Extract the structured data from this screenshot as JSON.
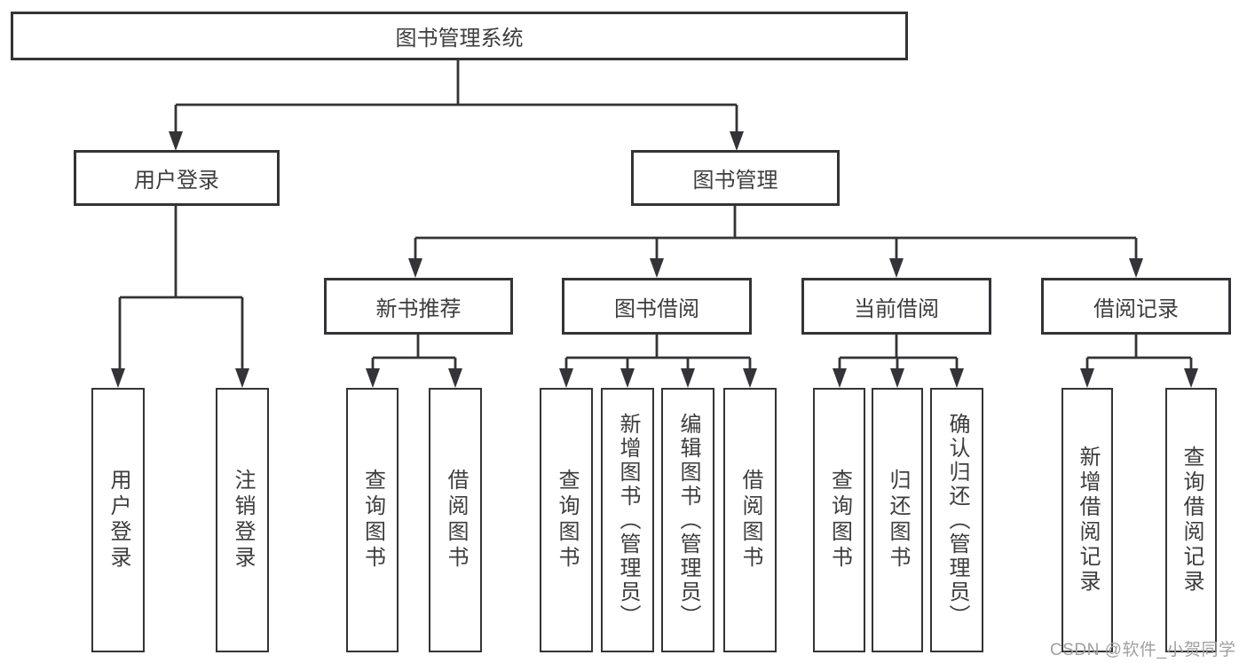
{
  "diagram": {
    "title": "图书管理系统",
    "root": {
      "label": "图书管理系统"
    },
    "level2": [
      {
        "label": "用户登录"
      },
      {
        "label": "图书管理"
      }
    ],
    "level3": [
      {
        "label": "新书推荐"
      },
      {
        "label": "图书借阅"
      },
      {
        "label": "当前借阅"
      },
      {
        "label": "借阅记录"
      }
    ],
    "leaves": {
      "user_login": [
        "用户登录",
        "注销登录"
      ],
      "new_book_recommend": [
        "查询图书",
        "借阅图书"
      ],
      "book_borrow": [
        "查询图书",
        "新增图书（管理员）",
        "编辑图书（管理员）",
        "借阅图书"
      ],
      "current_borrow": [
        "查询图书",
        "归还图书",
        "确认归还（管理员）"
      ],
      "borrow_records": [
        "新增借阅记录",
        "查询借阅记录"
      ]
    }
  },
  "watermark": {
    "text": "CSDN @软件_小贺同学"
  },
  "colors": {
    "line": "#333338",
    "text": "#3d3d3d",
    "watermark": "#a0a0a0",
    "background": "#ffffff"
  }
}
